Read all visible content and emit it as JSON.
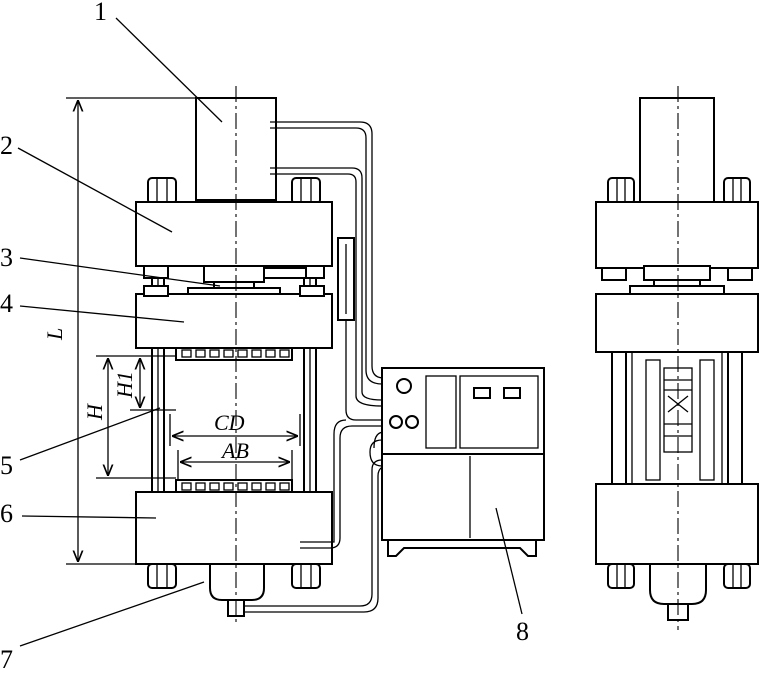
{
  "callouts": {
    "n1": "1",
    "n2": "2",
    "n3": "3",
    "n4": "4",
    "n5": "5",
    "n6": "6",
    "n7": "7",
    "n8": "8"
  },
  "dimensions": {
    "L": "L",
    "H": "H",
    "H1": "H1",
    "CD": "CD",
    "AB": "AB"
  }
}
